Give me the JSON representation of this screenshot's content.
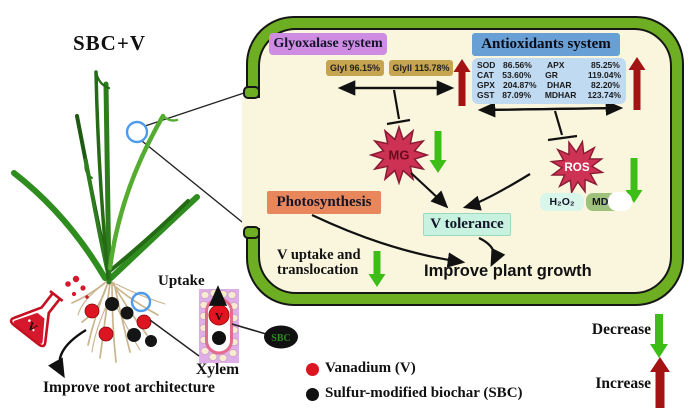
{
  "title": "SBC+V",
  "panel": {
    "glyoxalase": {
      "header": "Glyoxalase system",
      "gly1": "GlyI  96.15%",
      "gly2": "GlyII  115.78%"
    },
    "antioxidants": {
      "header": "Antioxidants system",
      "rows": [
        [
          "SOD",
          "86.56%",
          "APX",
          "85.25%"
        ],
        [
          "CAT",
          "53.60%",
          "GR",
          "119.04%"
        ],
        [
          "GPX",
          "204.87%",
          "DHAR",
          "82.20%"
        ],
        [
          "GST",
          "87.09%",
          "MDHAR",
          "123.74%"
        ]
      ]
    },
    "mg_label": "MG",
    "ros_label": "ROS",
    "photosynthesis": "Photosynthesis",
    "v_tolerance": "V tolerance",
    "h2o2": "H₂O₂",
    "mda": "MDA",
    "v_uptake_line1": "V uptake and",
    "v_uptake_line2": "translocation",
    "improve_growth": "Improve plant growth"
  },
  "left_scene": {
    "uptake": "Uptake",
    "xylem": "Xylem",
    "sbc": "SBC",
    "flask_v": "V",
    "improve_root": "Improve root architecture"
  },
  "legend": {
    "vanadium": "Vanadium (V)",
    "biochar": "Sulfur-modified biochar (SBC)",
    "decrease": "Decrease",
    "increase": "Increase"
  },
  "colors": {
    "panel_border_green": "#6DAE23",
    "panel_bg": "#FAF6DE",
    "glyoxalase_header_bg": "#CE8DE2",
    "gly_box_bg": "#C7A44F",
    "antioxidants_header_bg": "#68A0D6",
    "antioxidants_table_bg": "#C0DAF2",
    "starburst_red": "#CD3154",
    "photosynthesis_bg": "#E8865C",
    "v_tolerance_bg": "#C6F2DF",
    "h2o2_bg": "#D9F6EB",
    "mda_bg": "#9EC17B",
    "increase_red": "#A31313",
    "decrease_green": "#3DBE17",
    "vanadium_red": "#DD1522",
    "biochar_black": "#111111",
    "xylem_purple": "#DFAEE8"
  }
}
